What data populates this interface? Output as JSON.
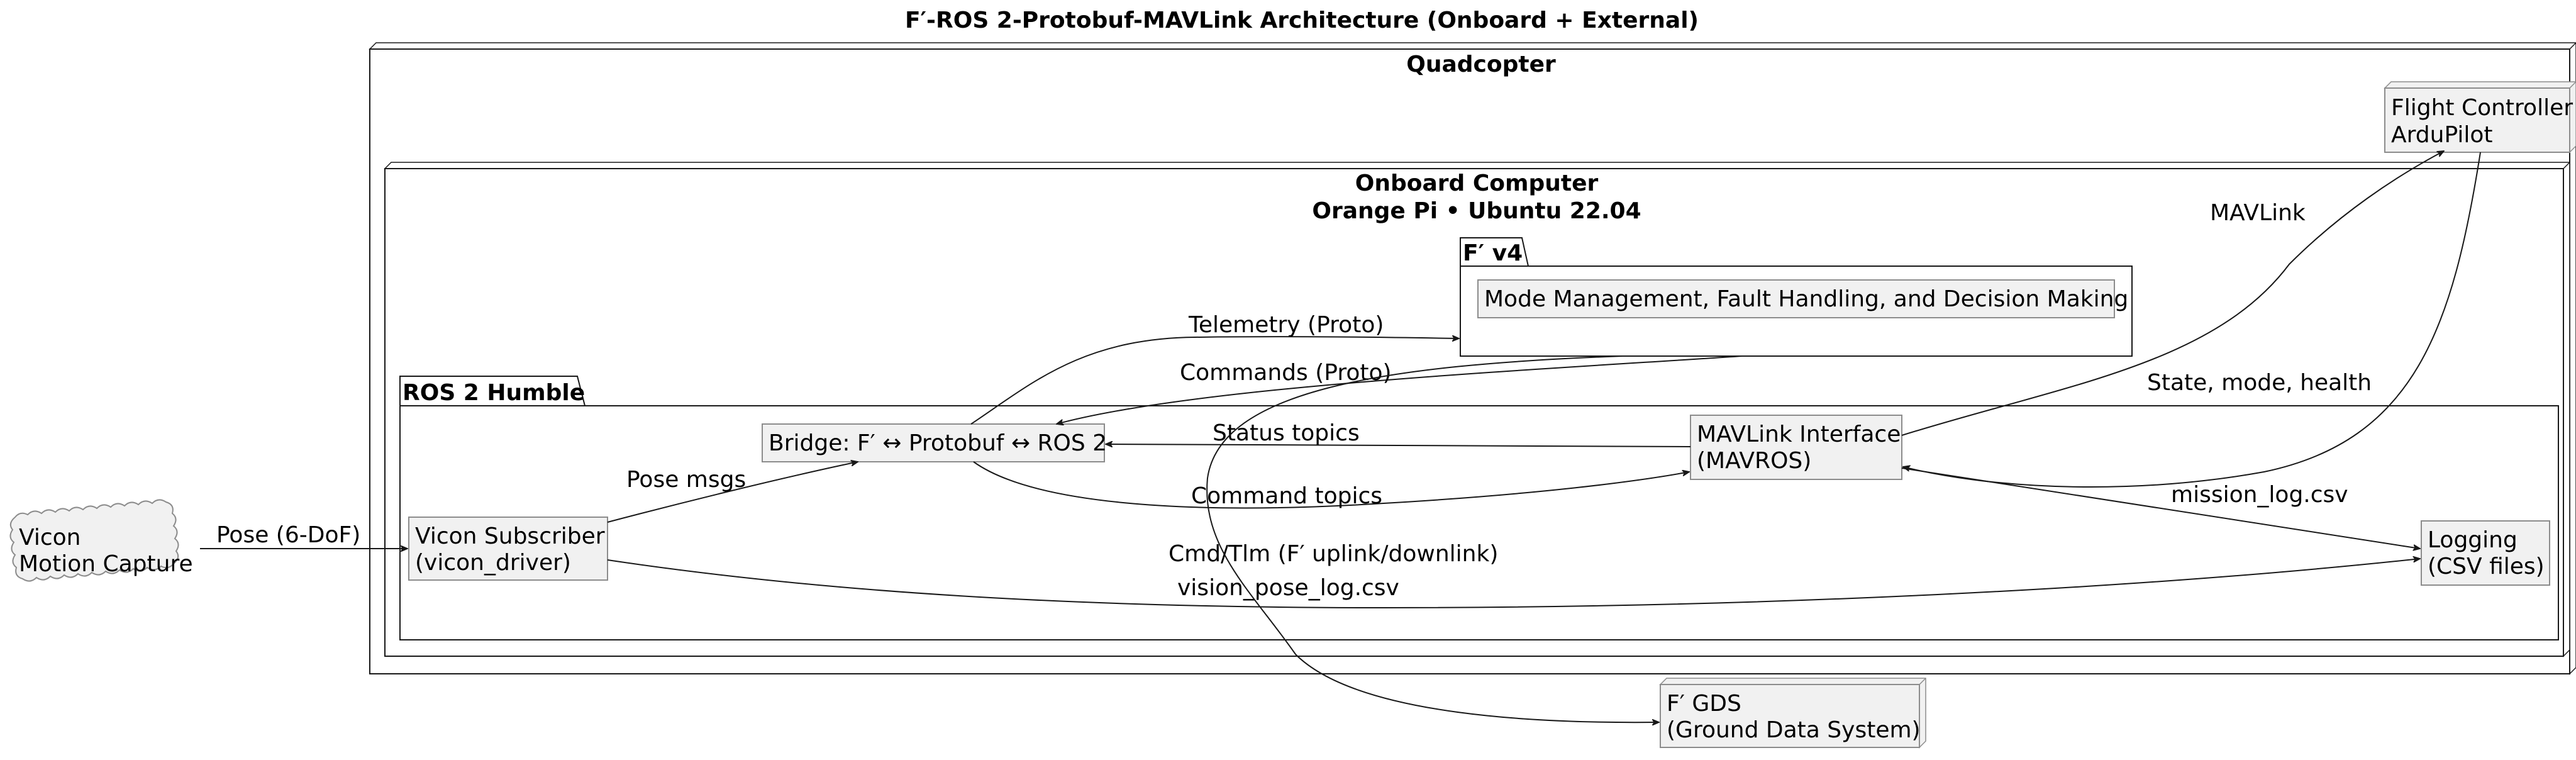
{
  "title": "F′-ROS 2-Protobuf-MAVLink Architecture (Onboard + External)",
  "nodes": {
    "quadcopter": {
      "title": "Quadcopter"
    },
    "onboard": {
      "title_line1": "Onboard Computer",
      "title_line2": "Orange Pi • Ubuntu 22.04"
    },
    "flight_controller": {
      "line1": "Flight Controller",
      "line2": "ArduPilot"
    },
    "gds": {
      "line1": "F′ GDS",
      "line2": "(Ground Data System)"
    },
    "vicon": {
      "line1": "Vicon",
      "line2": "Motion Capture"
    }
  },
  "packages": {
    "fprime": {
      "title": "F′ v4"
    },
    "ros2": {
      "title": "ROS 2 Humble"
    }
  },
  "components": {
    "mode_mgmt": {
      "label": "Mode Management, Fault Handling, and Decision Making"
    },
    "bridge": {
      "label": "Bridge: F′ ↔ Protobuf ↔ ROS 2"
    },
    "mavlink_iface": {
      "line1": "MAVLink Interface",
      "line2": "(MAVROS)"
    },
    "vicon_sub": {
      "line1": "Vicon Subscriber",
      "line2": "(vicon_driver)"
    },
    "logging": {
      "line1": "Logging",
      "line2": "(CSV files)"
    }
  },
  "edges": {
    "pose_6dof": "Pose (6-DoF)",
    "pose_msgs": "Pose msgs",
    "telemetry_proto": "Telemetry (Proto)",
    "commands_proto": "Commands (Proto)",
    "status_topics": "Status topics",
    "command_topics": "Command topics",
    "mavlink": "MAVLink",
    "state_mode_health": "State, mode, health",
    "mission_log": "mission_log.csv",
    "vision_pose_log": "vision_pose_log.csv",
    "cmd_tlm": "Cmd/Tlm (F′ uplink/downlink)"
  }
}
